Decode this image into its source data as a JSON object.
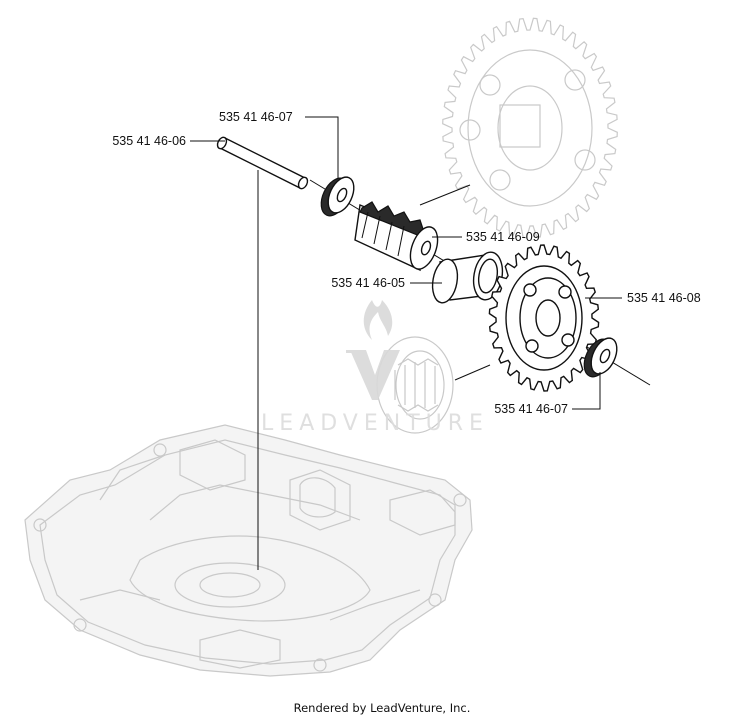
{
  "diagram": {
    "callouts": [
      {
        "id": "shaft",
        "text": "535 41 46-06"
      },
      {
        "id": "washer-top",
        "text": "535 41 46-07"
      },
      {
        "id": "pinion",
        "text": "535 41 46-09"
      },
      {
        "id": "bushing",
        "text": "535 41 46-05"
      },
      {
        "id": "gear",
        "text": "535 41 46-08"
      },
      {
        "id": "washer-bottom",
        "text": "535 41 46-07"
      }
    ],
    "watermark_text": "LEADVENTURE",
    "footer": "Rendered by LeadVenture, Inc.",
    "colors": {
      "ink": "#111111",
      "ghost": "#c9c9c9",
      "watermark": "#dcdcdc"
    }
  }
}
